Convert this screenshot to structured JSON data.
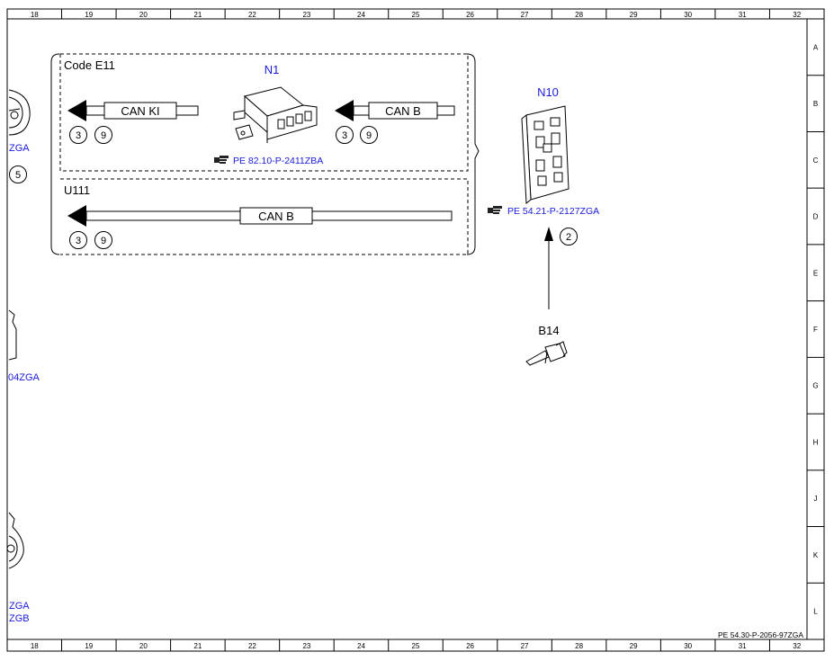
{
  "grid": {
    "columns": [
      "18",
      "19",
      "20",
      "21",
      "22",
      "23",
      "24",
      "25",
      "26",
      "27",
      "28",
      "29",
      "30",
      "31",
      "32"
    ],
    "rows": [
      "A",
      "B",
      "C",
      "D",
      "E",
      "F",
      "G",
      "H",
      "J",
      "K",
      "L"
    ]
  },
  "group_e11": {
    "title": "Code E11",
    "component": "N1",
    "component_ref": "PE 82.10-P-2411ZBA",
    "left_bus": {
      "label": "CAN KI",
      "pins": [
        "3",
        "9"
      ]
    },
    "right_bus": {
      "label": "CAN B",
      "pins": [
        "3",
        "9"
      ]
    }
  },
  "group_u111": {
    "title": "U111",
    "bus": {
      "label": "CAN B",
      "pins": [
        "3",
        "9"
      ]
    }
  },
  "n10": {
    "name": "N10",
    "ref": "PE 54.21-P-2127ZGA",
    "pin": "2"
  },
  "b14": {
    "name": "B14"
  },
  "left_edge": {
    "ref_top": "ZGA",
    "pin_top": "5",
    "ref_middle": "04ZGA",
    "ref_bottom_1": "ZGA",
    "ref_bottom_2": "ZGB"
  },
  "footer": {
    "doc_ref": "PE 54.30-P-2056-97ZGA"
  },
  "colors": {
    "ink": "#000000",
    "link": "#1a1adc",
    "background": "#ffffff"
  }
}
